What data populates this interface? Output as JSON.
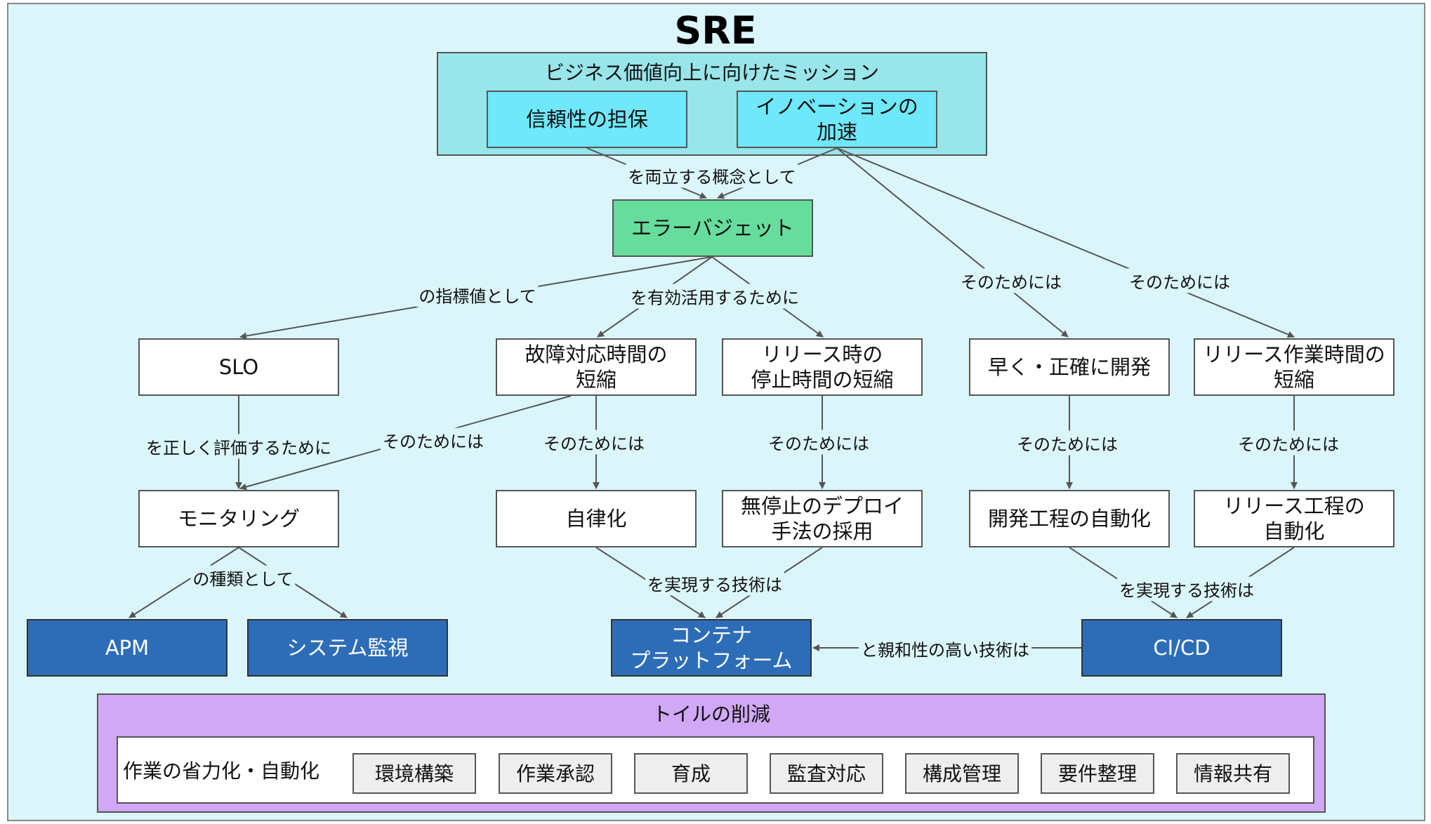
{
  "title": "SRE",
  "mission": {
    "title": "ビジネス価値向上に向けたミッション",
    "reliability": "信頼性の担保",
    "innovation": "イノベーションの\n加速"
  },
  "nodes": {
    "error_budget": "エラーバジェット",
    "slo": "SLO",
    "failure_time": "故障対応時間の\n短縮",
    "release_downtime": "リリース時の\n停止時間の短縮",
    "fast_accurate_dev": "早く・正確に開発",
    "release_work_time": "リリース作業時間の\n短縮",
    "monitoring": "モニタリング",
    "autonomy": "自律化",
    "zero_downtime_deploy": "無停止のデプロイ\n手法の採用",
    "dev_automation": "開発工程の自動化",
    "release_automation": "リリース工程の\n自動化",
    "apm": "APM",
    "system_monitoring": "システム監視",
    "container_platform": "コンテナ\nプラットフォーム",
    "cicd": "CI/CD"
  },
  "edge_labels": {
    "both": "を両立する概念として",
    "indicator": "の指標値として",
    "effective_use": "を有効活用するために",
    "for_that_1": "そのためには",
    "for_that_2": "そのためには",
    "evaluate": "を正しく評価するために",
    "for_that_3": "そのためには",
    "for_that_4": "そのためには",
    "for_that_5": "そのためには",
    "for_that_6": "そのためには",
    "for_that_7": "そのためには",
    "types": "の種類として",
    "realize_1": "を実現する技術は",
    "realize_2": "を実現する技術は",
    "affinity": "と親和性の高い技術は"
  },
  "toil": {
    "title": "トイルの削減",
    "caption": "作業の省力化・自動化",
    "items": [
      "環境構築",
      "作業承認",
      "育成",
      "監査対応",
      "構成管理",
      "要件整理",
      "情報共有"
    ]
  },
  "colors": {
    "background": "#dbf6fa",
    "mission_group": "#98e5ea",
    "mission_box": "#6fe8fb",
    "error_budget": "#66dd9d",
    "tech_box": "#2d6db8",
    "toil_group": "#d0a8f5",
    "edge": "#555555"
  }
}
